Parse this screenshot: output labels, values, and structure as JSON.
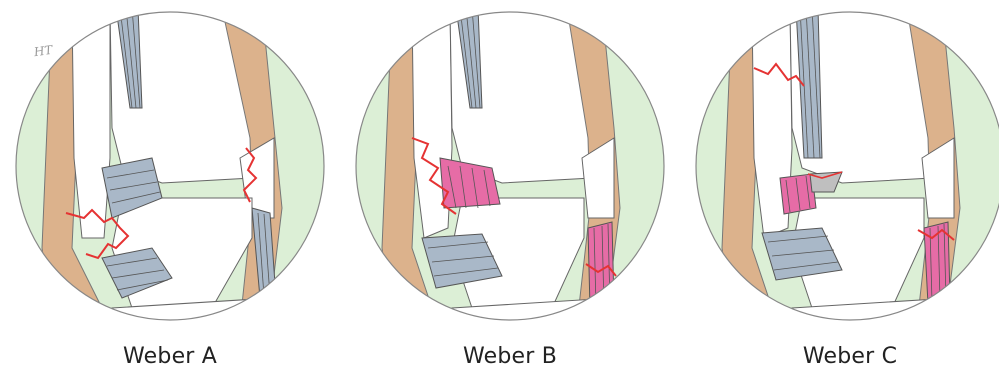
{
  "signature": "HT",
  "panels": [
    {
      "id": "a",
      "label": "Weber A"
    },
    {
      "id": "b",
      "label": "Weber B"
    },
    {
      "id": "c",
      "label": "Weber C"
    }
  ],
  "colors": {
    "background_circle": "#dcefd6",
    "bone_cortex": "#dcb28c",
    "bone_fill": "#ffffff",
    "ligament_intact": "#a9b8c8",
    "ligament_torn": "#e66ca6",
    "fracture_line": "#e53333",
    "outline": "#555555"
  }
}
